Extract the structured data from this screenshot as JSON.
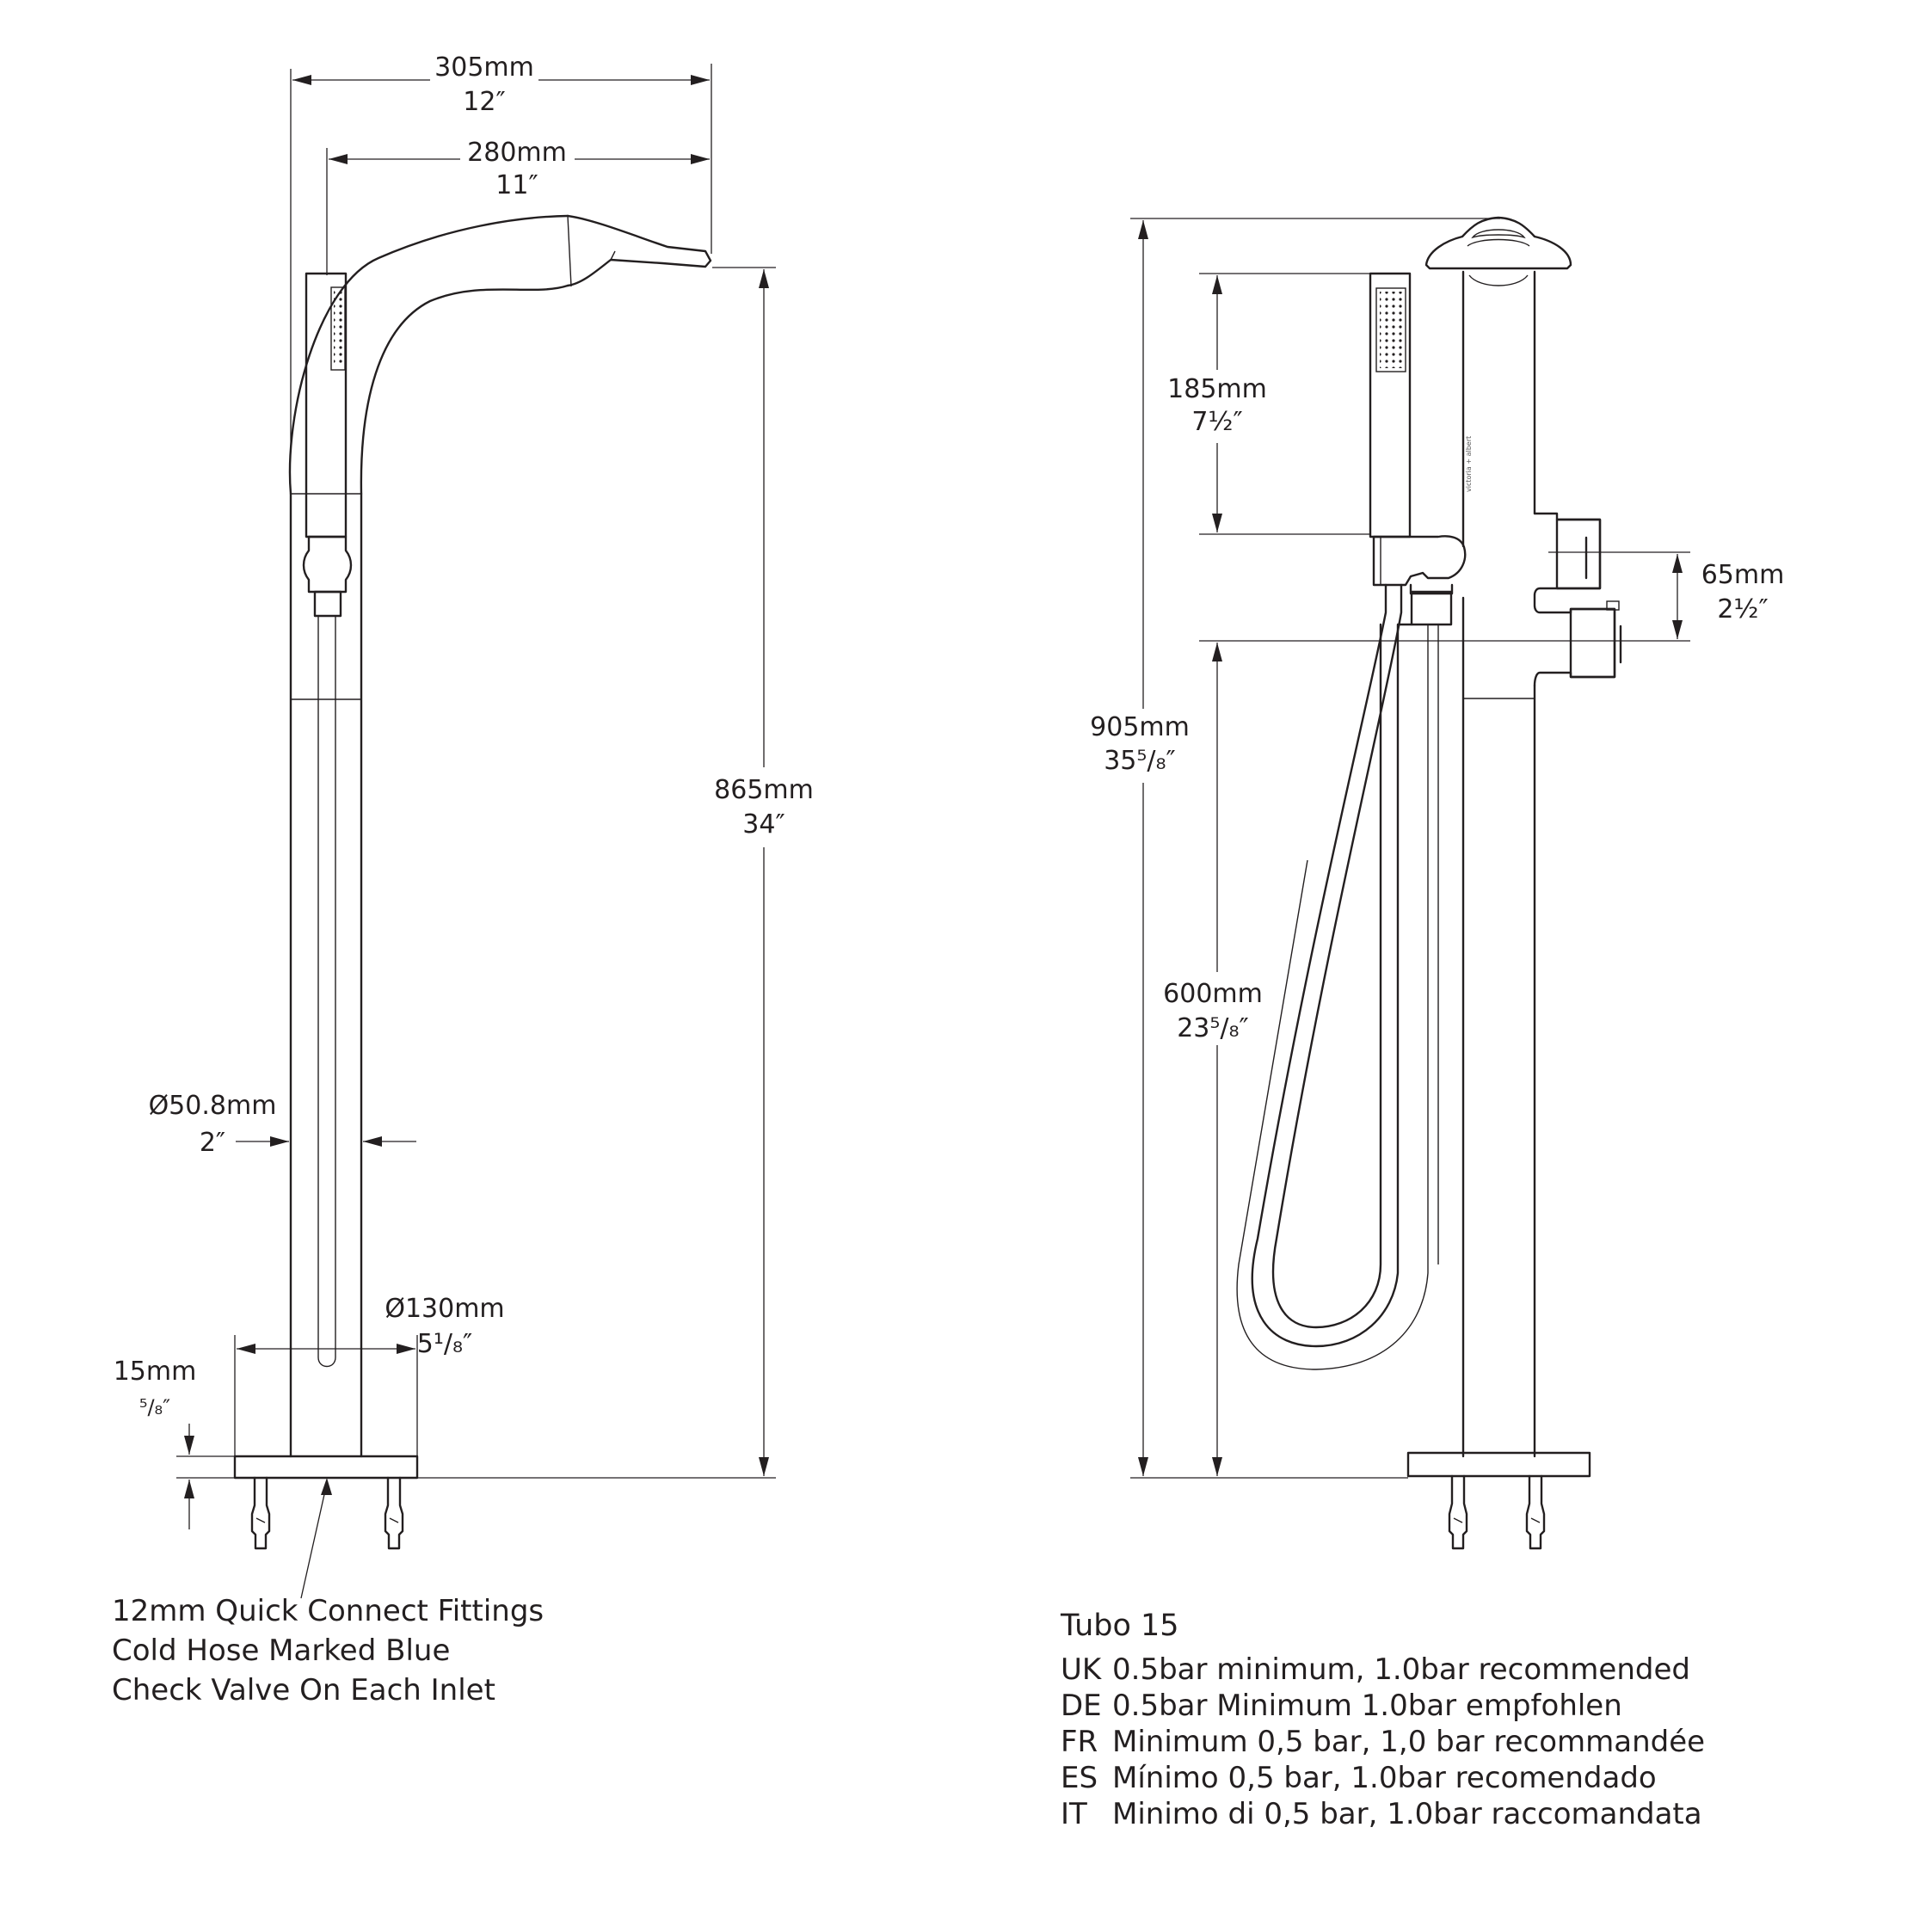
{
  "dimensions": {
    "width_305": {
      "mm": "305mm",
      "in": "12″"
    },
    "width_280": {
      "mm": "280mm",
      "in": "11″"
    },
    "height_865": {
      "mm": "865mm",
      "in": "34″"
    },
    "dia_50": {
      "mm": "Ø50.8mm",
      "in": "2″"
    },
    "dia_130": {
      "mm": "Ø130mm",
      "in": "5¹/₈″"
    },
    "base_15": {
      "mm": "15mm",
      "in": "⁵/₈″"
    },
    "handset_185": {
      "mm": "185mm",
      "in": "7½″"
    },
    "offset_65": {
      "mm": "65mm",
      "in": "2½″"
    },
    "height_905": {
      "mm": "905mm",
      "in": "35⁵/₈″"
    },
    "height_600": {
      "mm": "600mm",
      "in": "23⁵/₈″"
    }
  },
  "brand_mark": "victoria + albert",
  "notes": [
    "12mm Quick Connect Fittings",
    "Cold Hose Marked Blue",
    "Check Valve On Each Inlet"
  ],
  "product": {
    "name": "Tubo 15",
    "pressure": [
      {
        "code": "UK",
        "text": "0.5bar minimum, 1.0bar recommended"
      },
      {
        "code": "DE",
        "text": "0.5bar Minimum 1.0bar empfohlen"
      },
      {
        "code": "FR",
        "text": "Minimum 0,5 bar, 1,0 bar recommandée"
      },
      {
        "code": "ES",
        "text": "Mínimo 0,5 bar, 1.0bar recomendado"
      },
      {
        "code": "IT",
        "text": "Minimo di 0,5 bar, 1.0bar raccomandata"
      }
    ]
  }
}
